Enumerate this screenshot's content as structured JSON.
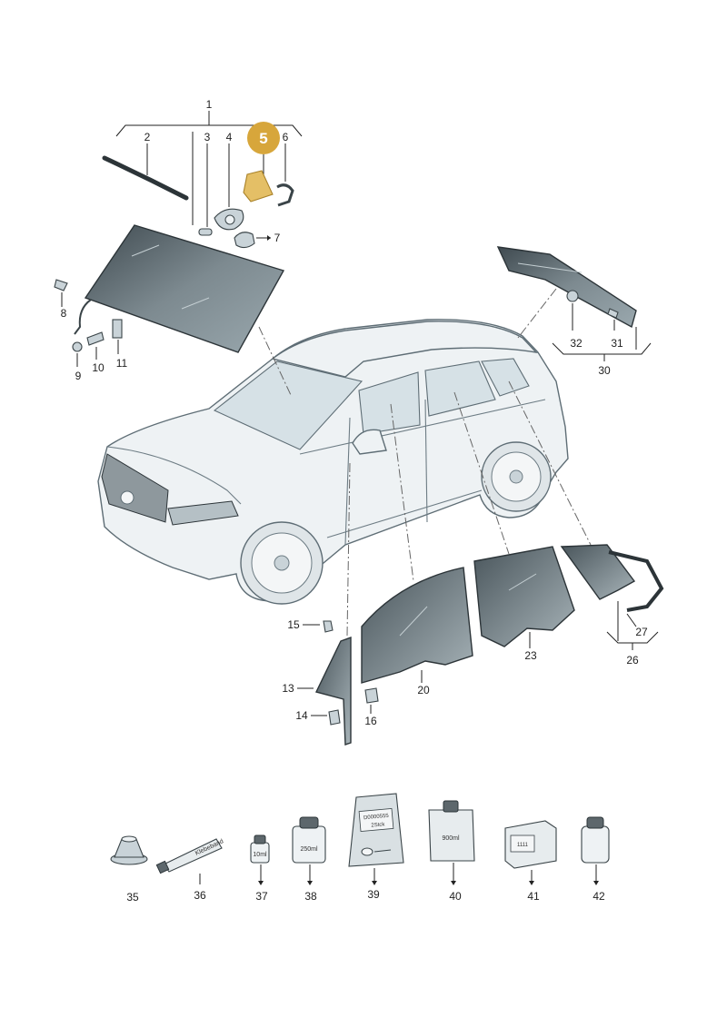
{
  "diagram": {
    "highlighted_label": "5",
    "labels": {
      "p1": "1",
      "p2": "2",
      "p3": "3",
      "p4": "4",
      "p6": "6",
      "p7": "7",
      "p8": "8",
      "p9": "9",
      "p10": "10",
      "p11": "11",
      "p13": "13",
      "p14": "14",
      "p15": "15",
      "p16": "16",
      "p20": "20",
      "p23": "23",
      "p26": "26",
      "p27": "27",
      "p30": "30",
      "p31": "31",
      "p32": "32",
      "p35": "35",
      "p36": "36",
      "p37": "37",
      "p38": "38",
      "p39": "39",
      "p40": "40",
      "p41": "41",
      "p42": "42"
    },
    "product_text": {
      "tube": "Klebeband",
      "small_bottle": "10ml",
      "can": "250ml",
      "pouch_line1": "D0000555",
      "pouch_line2": "2Stck",
      "canister": "900ml",
      "box": "1111"
    },
    "colors": {
      "highlight": "#d7a63b",
      "glass_dark": "#3f4a50",
      "glass_light": "#9aa8ae",
      "car_body": "#eef2f4",
      "line": "#222222"
    }
  }
}
